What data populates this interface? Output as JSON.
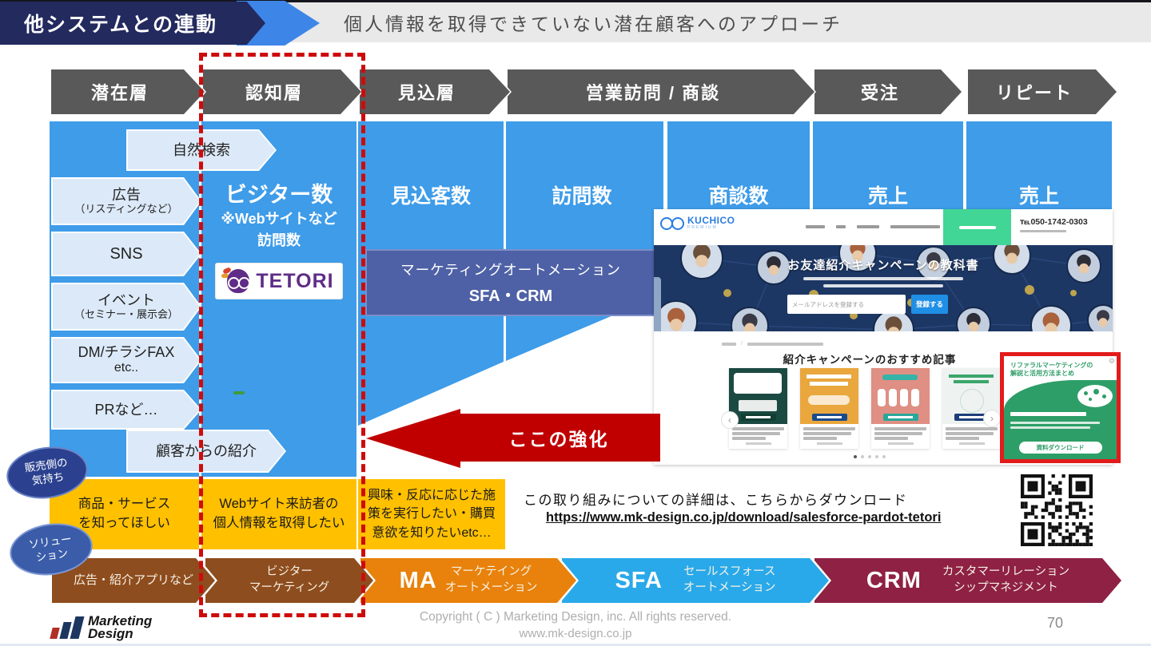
{
  "slide": {
    "tab_title": "他システムとの連動",
    "subtitle": "個人情報を取得できていない潜在顧客へのアプローチ",
    "page_number": "70",
    "copyright_line1": "Copyright ( C ) Marketing Design, inc. All rights reserved.",
    "copyright_line2": "www.mk-design.co.jp"
  },
  "logo": {
    "line1": "Marketing",
    "line2": "Design"
  },
  "funnel": {
    "stages": [
      "潜在層",
      "認知層",
      "見込層",
      "営業訪問 / 商談",
      "受注",
      "リピート"
    ],
    "metrics": {
      "visitor": "ビジター数",
      "visitor_note1": "※Webサイトなど",
      "visitor_note2": "訪問数",
      "prospect": "見込客数",
      "visit": "訪問数",
      "negotiation": "商談数",
      "sales_order": "売上",
      "sales_repeat": "売上"
    },
    "sources": [
      {
        "line1": "自然検索",
        "line2": ""
      },
      {
        "line1": "広告",
        "line2": "（リスティングなど）"
      },
      {
        "line1": "SNS",
        "line2": ""
      },
      {
        "line1": "イベント",
        "line2": "（セミナー・展示会）"
      },
      {
        "line1": "DM/チラシFAX",
        "line2": "etc.."
      },
      {
        "line1": "PRなど…",
        "line2": ""
      },
      {
        "line1": "顧客からの紹介",
        "line2": ""
      }
    ],
    "tetori_brand": "TETORI",
    "ma_box_line1": "マーケティングオートメーション",
    "ma_box_line2": "SFA・CRM"
  },
  "emphasis_label": "ここの強化",
  "needs": {
    "selling_oval_line1": "販売側の",
    "selling_oval_line2": "気持ち",
    "solution_oval_line1": "ソリュー",
    "solution_oval_line2": "ション",
    "boxes": [
      {
        "line1": "商品・サービス",
        "line2": "を知ってほしい",
        "line3": ""
      },
      {
        "line1": "Webサイト来訪者の",
        "line2": "個人情報を取得したい",
        "line3": ""
      },
      {
        "line1": "興味・反応に応じた施",
        "line2": "策を実行したい・購買",
        "line3": "意欲を知りたいetc…"
      }
    ]
  },
  "download": {
    "text": "この取り組みについての詳細は、こちらからダウンロード",
    "url": "https://www.mk-design.co.jp/download/salesforce-pardot-tetori"
  },
  "solution_flow": [
    {
      "abbr": "",
      "name1": "広告・紹介アプリなど",
      "name2": "",
      "color": "#8e4d1e"
    },
    {
      "abbr": "",
      "name1": "ビジター",
      "name2": "マーケティング",
      "color": "#8e4d1e"
    },
    {
      "abbr": "MA",
      "name1": "マーケテイング",
      "name2": "オートメーション",
      "color": "#e8820c"
    },
    {
      "abbr": "SFA",
      "name1": "セールスフォース",
      "name2": "オートメーション",
      "color": "#29a9e9"
    },
    {
      "abbr": "CRM",
      "name1": "カスタマーリレーション",
      "name2": "シップマネジメント",
      "color": "#8e2144"
    }
  ],
  "website": {
    "brand": "KUCHICO",
    "brand_sub": "PREMIUM",
    "phone": "℡050-1742-0303",
    "hero_title": "お友達紹介キャンペーンの教科書",
    "hero_input_placeholder": "メールアドレスを登録する",
    "hero_button": "登録する",
    "articles_heading": "紹介キャンペーンのおすすめ記事",
    "article_thumb_colors": [
      "#1b4a42",
      "#e9a73e",
      "#df8f83",
      "#eef2f0"
    ],
    "article_badge_colors": [
      "#123f33",
      "#1b4a8c",
      "#2aa79b",
      "#1b3e7a"
    ],
    "promo_card": {
      "title_line1": "リファラルマーケティングの",
      "title_line2": "解説と活用方法まとめ",
      "button": "資料ダウンロード"
    },
    "carousel_prev": "‹",
    "carousel_next": "›"
  },
  "colors": {
    "funnel_blue": "#3e9ce9",
    "stage_gray": "#595959",
    "accent_red": "#c00000",
    "need_yellow": "#ffc000",
    "ma_box_blue": "#4e61a6",
    "header_navy": "#232a5e"
  }
}
